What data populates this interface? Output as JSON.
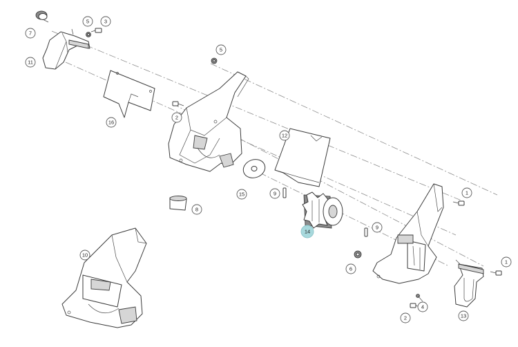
{
  "callouts": [
    {
      "label": "7",
      "highlight": false
    },
    {
      "label": "5",
      "highlight": false
    },
    {
      "label": "3",
      "highlight": false
    },
    {
      "label": "11",
      "highlight": false
    },
    {
      "label": "5",
      "highlight": false
    },
    {
      "label": "16",
      "highlight": false
    },
    {
      "label": "2",
      "highlight": false
    },
    {
      "label": "12",
      "highlight": false
    },
    {
      "label": "15",
      "highlight": false
    },
    {
      "label": "9",
      "highlight": false
    },
    {
      "label": "8",
      "highlight": false
    },
    {
      "label": "1",
      "highlight": false
    },
    {
      "label": "14",
      "highlight": true
    },
    {
      "label": "9",
      "highlight": false
    },
    {
      "label": "10",
      "highlight": false
    },
    {
      "label": "6",
      "highlight": false
    },
    {
      "label": "1",
      "highlight": false
    },
    {
      "label": "4",
      "highlight": false
    },
    {
      "label": "2",
      "highlight": false
    },
    {
      "label": "13",
      "highlight": false
    }
  ],
  "colors": {
    "highlight": "#a8d9dd",
    "line": "#3a3a3a",
    "axis": "#8c8c8c"
  }
}
